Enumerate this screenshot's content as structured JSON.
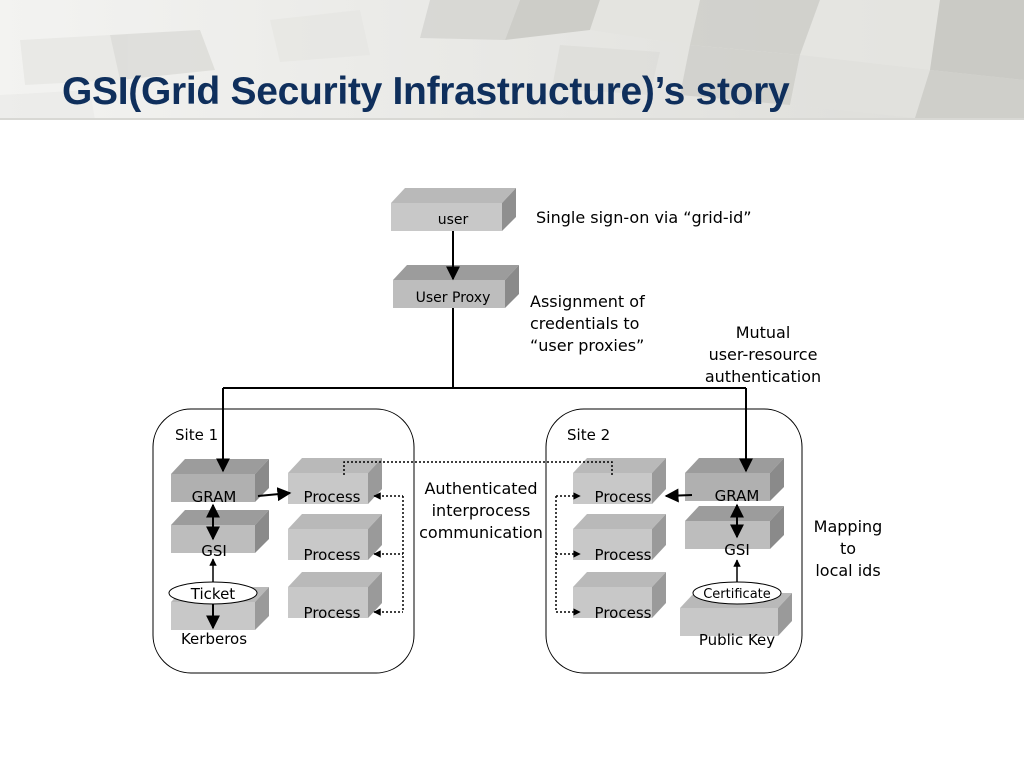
{
  "slide": {
    "title": "GSI(Grid Security Infrastructure)’s story"
  },
  "diagram": {
    "user": "user",
    "user_proxy": "User Proxy",
    "notes": {
      "single_sign_on": "Single sign-on via “grid-id”",
      "assignment": [
        "Assignment of",
        "credentials to",
        "“user proxies”"
      ],
      "mutual": [
        "Mutual",
        "user-resource",
        "authentication"
      ],
      "authenticated": [
        "Authenticated",
        "interprocess",
        "communication"
      ],
      "mapping": [
        "Mapping",
        "to",
        "local ids"
      ]
    },
    "site1": {
      "name": "Site 1",
      "gram": "GRAM",
      "gsi": "GSI",
      "ticket": "Ticket",
      "kerberos": "Kerberos",
      "processes": [
        "Process",
        "Process",
        "Process"
      ]
    },
    "site2": {
      "name": "Site 2",
      "gram": "GRAM",
      "gsi": "GSI",
      "certificate": "Certificate",
      "public_key": "Public Key",
      "processes": [
        "Process",
        "Process",
        "Process"
      ]
    }
  }
}
